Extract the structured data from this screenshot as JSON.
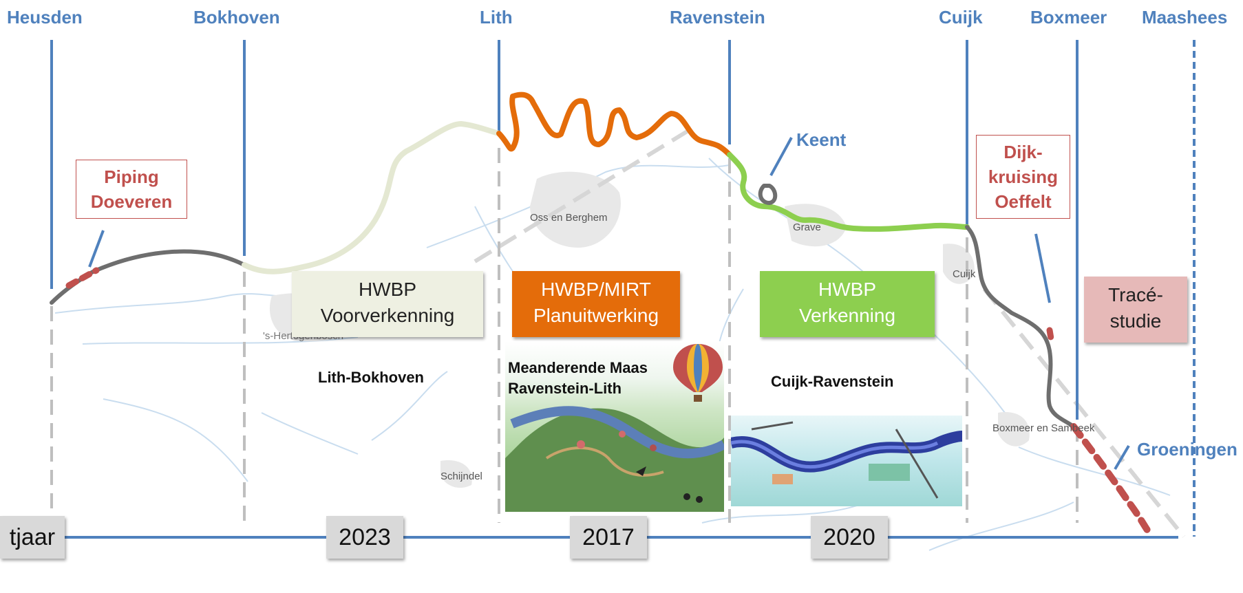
{
  "towns": [
    "Heusden",
    "Bokhoven",
    "Lith",
    "Ravenstein",
    "Cuijk",
    "Boxmeer",
    "Maashees"
  ],
  "callouts": {
    "piping": [
      "Piping",
      "Doeveren"
    ],
    "dijkkruising": [
      "Dijk-",
      "kruising",
      "Oeffelt"
    ]
  },
  "side_labels": {
    "keent": "Keent",
    "groeningen": "Groeningen"
  },
  "projects": [
    {
      "line1": "HWBP",
      "line2": "Voorverkenning",
      "color": "#EEF0E2"
    },
    {
      "line1": "HWBP/MIRT",
      "line2": "Planuitwerking",
      "color": "#E46C0A"
    },
    {
      "line1": "HWBP",
      "line2": "Verkenning",
      "color": "#8DCF4F"
    },
    {
      "line1": "Tracé-",
      "line2": "studie",
      "color": "#E6B9B8"
    }
  ],
  "segment_names": {
    "lith_bokhoven": "Lith-Bokhoven",
    "meanderende": [
      "Meanderende Maas",
      "Ravenstein-Lith"
    ],
    "cuijk_ravenstein": "Cuijk-Ravenstein"
  },
  "map_labels": {
    "oss": "Oss en Berghem",
    "hertogenbosch": "'s-Hertogenbosch",
    "grave": "Grave",
    "cuijk": "Cuijk",
    "schijndel": "Schijndel",
    "boxmeer": "Boxmeer en Sambeek"
  },
  "timeline": {
    "start_label": "tjaar",
    "years": [
      "2023",
      "2017",
      "2020"
    ]
  },
  "colors": {
    "town_blue": "#4F81BD",
    "callout_red": "#C0504D",
    "dike_grey": "#6E6E6E",
    "dike_cream": "#E4E8D2",
    "dike_orange": "#E46C0A",
    "dike_green": "#8DCF4F",
    "dashed_red": "#C0504D"
  }
}
